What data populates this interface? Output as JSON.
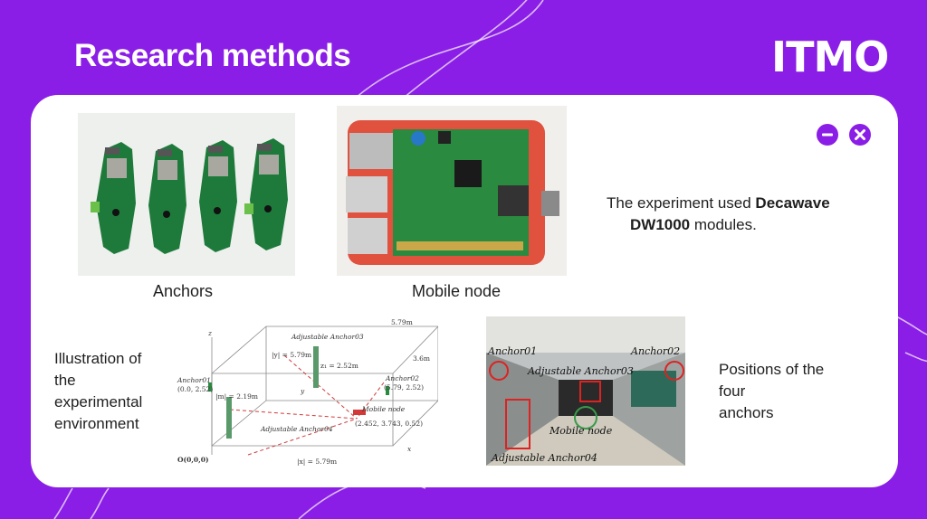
{
  "slide": {
    "title": "Research methods",
    "logo": "ITMO"
  },
  "colors": {
    "brand_purple": "#8b1ee6",
    "card_bg": "#ffffff",
    "pcb_green": "#1e7a3a"
  },
  "icons": [
    "minimize-icon",
    "close-icon"
  ],
  "captions": {
    "anchors": "Anchors",
    "mobile_node": "Mobile node"
  },
  "experiment": {
    "line1_pre": "The experiment used ",
    "line1_bold": "Decawave",
    "line2_bold": "DW1000",
    "line2_post": " modules."
  },
  "illustration_text": {
    "line1": "Illustration of",
    "line2": "the",
    "line3": "experimental",
    "line4": "environment"
  },
  "positions_text": {
    "line1": "Positions of the",
    "line2": "four",
    "line3": "anchors"
  },
  "diagram_labels": {
    "adj_anchor03": "Adjustable Anchor03",
    "anchor01": "Anchor01",
    "anchor01_coord": "(0.0, 2.52)",
    "anchor02": "Anchor02",
    "anchor02_coord": "(5.79, 2.52)",
    "mobile_node": "Mobile node",
    "mobile_coord": "(2.452, 3.743, 0.52)",
    "adj_anchor04": "Adjustable Anchor04",
    "origin": "O(0,0,0)",
    "dim_top": "5.79m",
    "dim_height": "3.6m",
    "dim_y": "|y| = 5.79m",
    "dim_z": "z₁ = 2.52m",
    "dim_m": "|m| = 2.19m",
    "dim_x": "|x| = 5.79m",
    "axis_z": "z",
    "axis_y": "y",
    "axis_x": "x"
  },
  "photo_labels": {
    "anchor01": "Anchor01",
    "anchor02": "Anchor02",
    "adj_anchor03": "Adjustable Anchor03",
    "mobile_node": "Mobile node",
    "adj_anchor04": "Adjustable Anchor04"
  }
}
